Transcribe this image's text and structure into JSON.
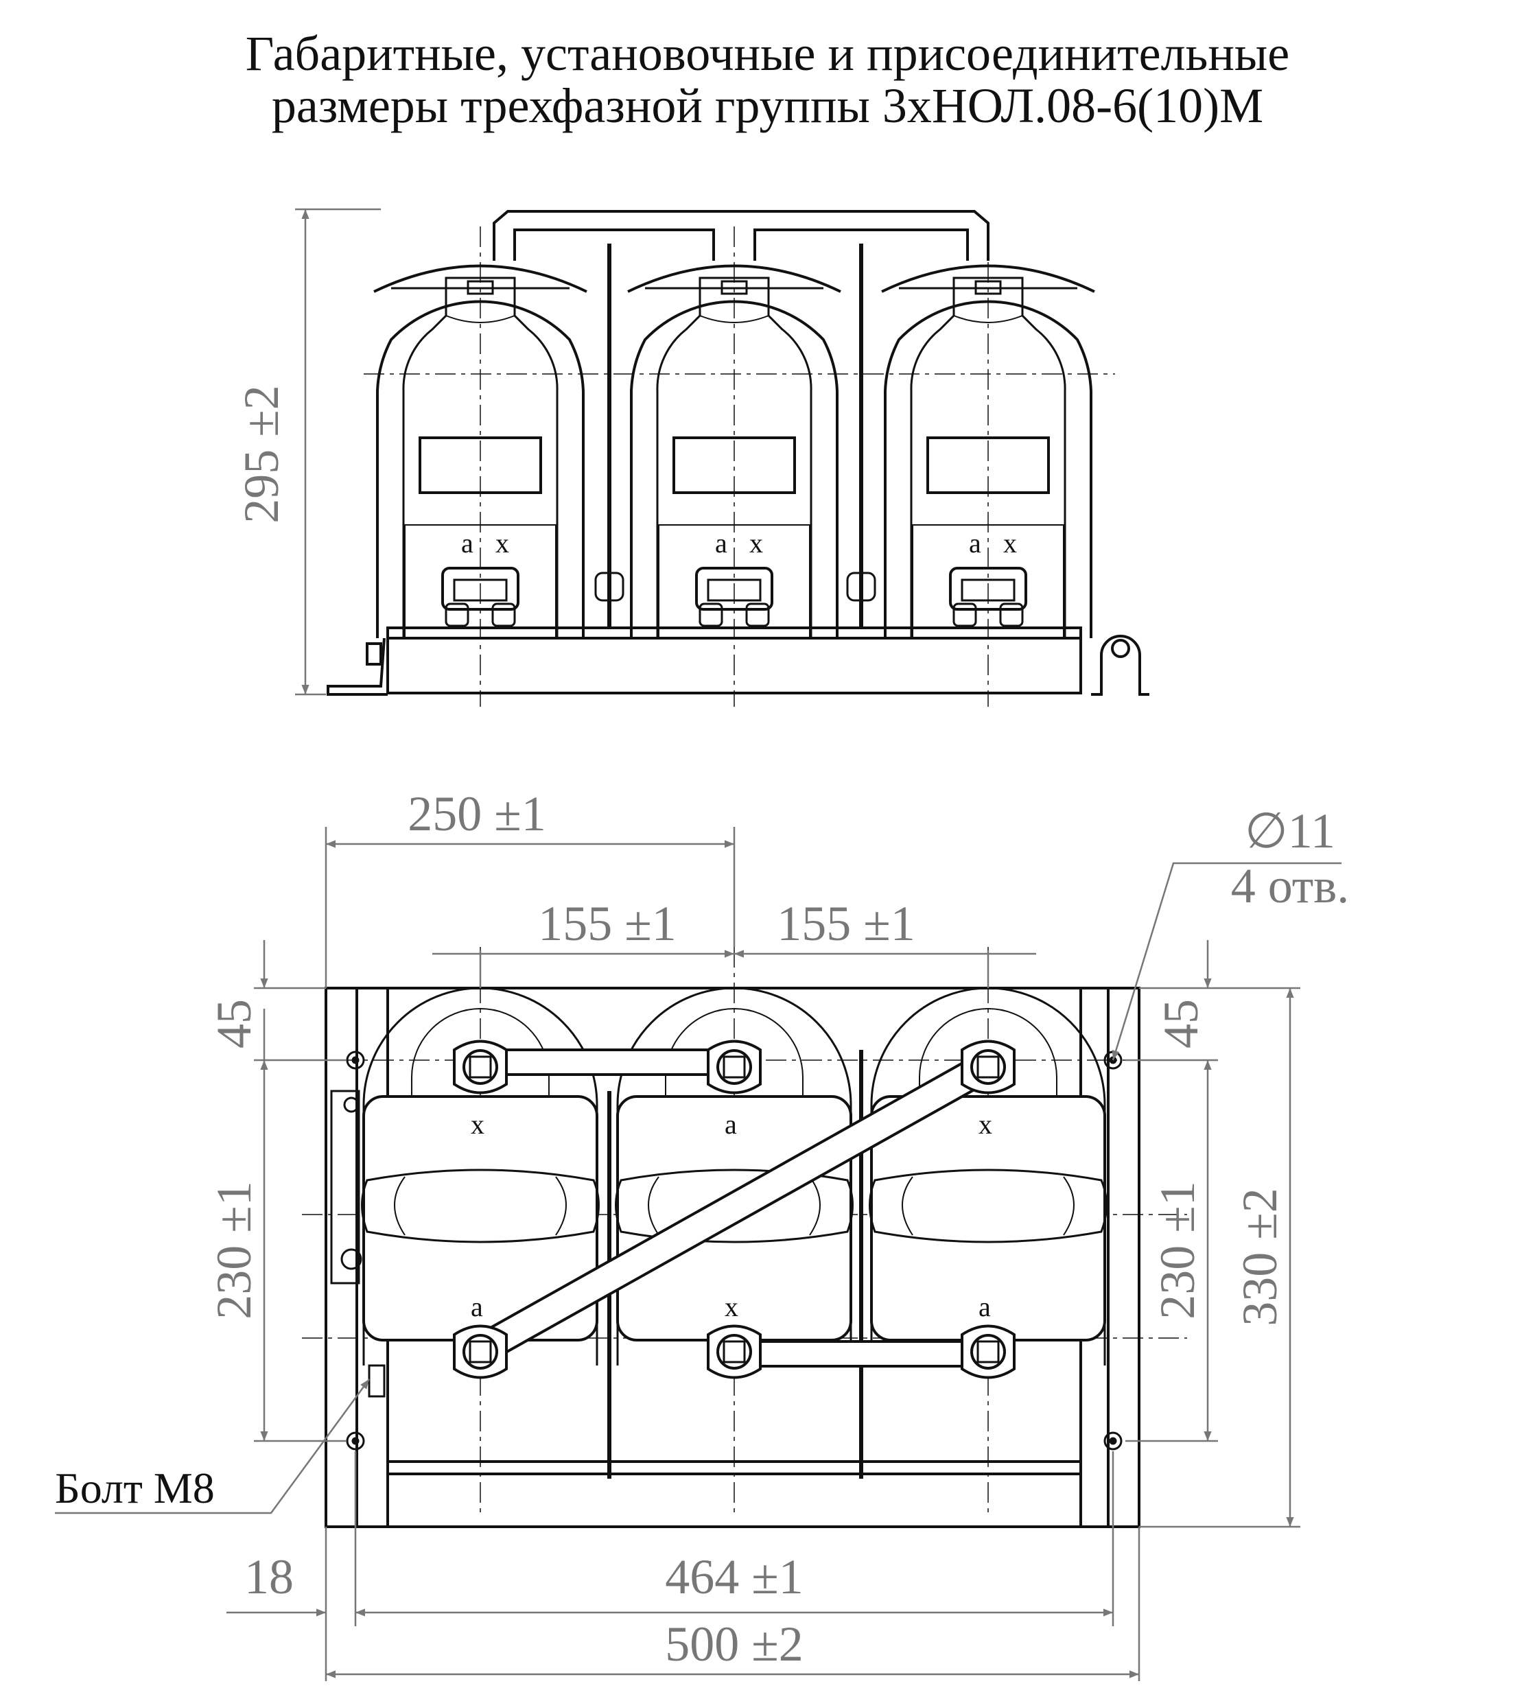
{
  "title": {
    "line1": "Габаритные, установочные и присоединительные",
    "line2": "размеры трехфазной группы 3хНОЛ.08-6(10)М"
  },
  "terminals": {
    "a": "a",
    "x": "x"
  },
  "dimensions": {
    "height_front": "295 ±2",
    "width_250": "250 ±1",
    "pitch_left": "155 ±1",
    "pitch_right": "155 ±1",
    "hole_dia": "∅11",
    "hole_count": "4 отв.",
    "offset_left_45": "45",
    "offset_right_45": "45",
    "span_left_230": "230 ±1",
    "span_right_230": "230 ±1",
    "depth_330": "330 ±2",
    "offset_18": "18",
    "span_464": "464 ±1",
    "width_500": "500 ±2"
  },
  "labels": {
    "bolt": "Болт М8"
  },
  "colors": {
    "line": "#111111",
    "dimension": "#777777",
    "background": "#ffffff"
  }
}
